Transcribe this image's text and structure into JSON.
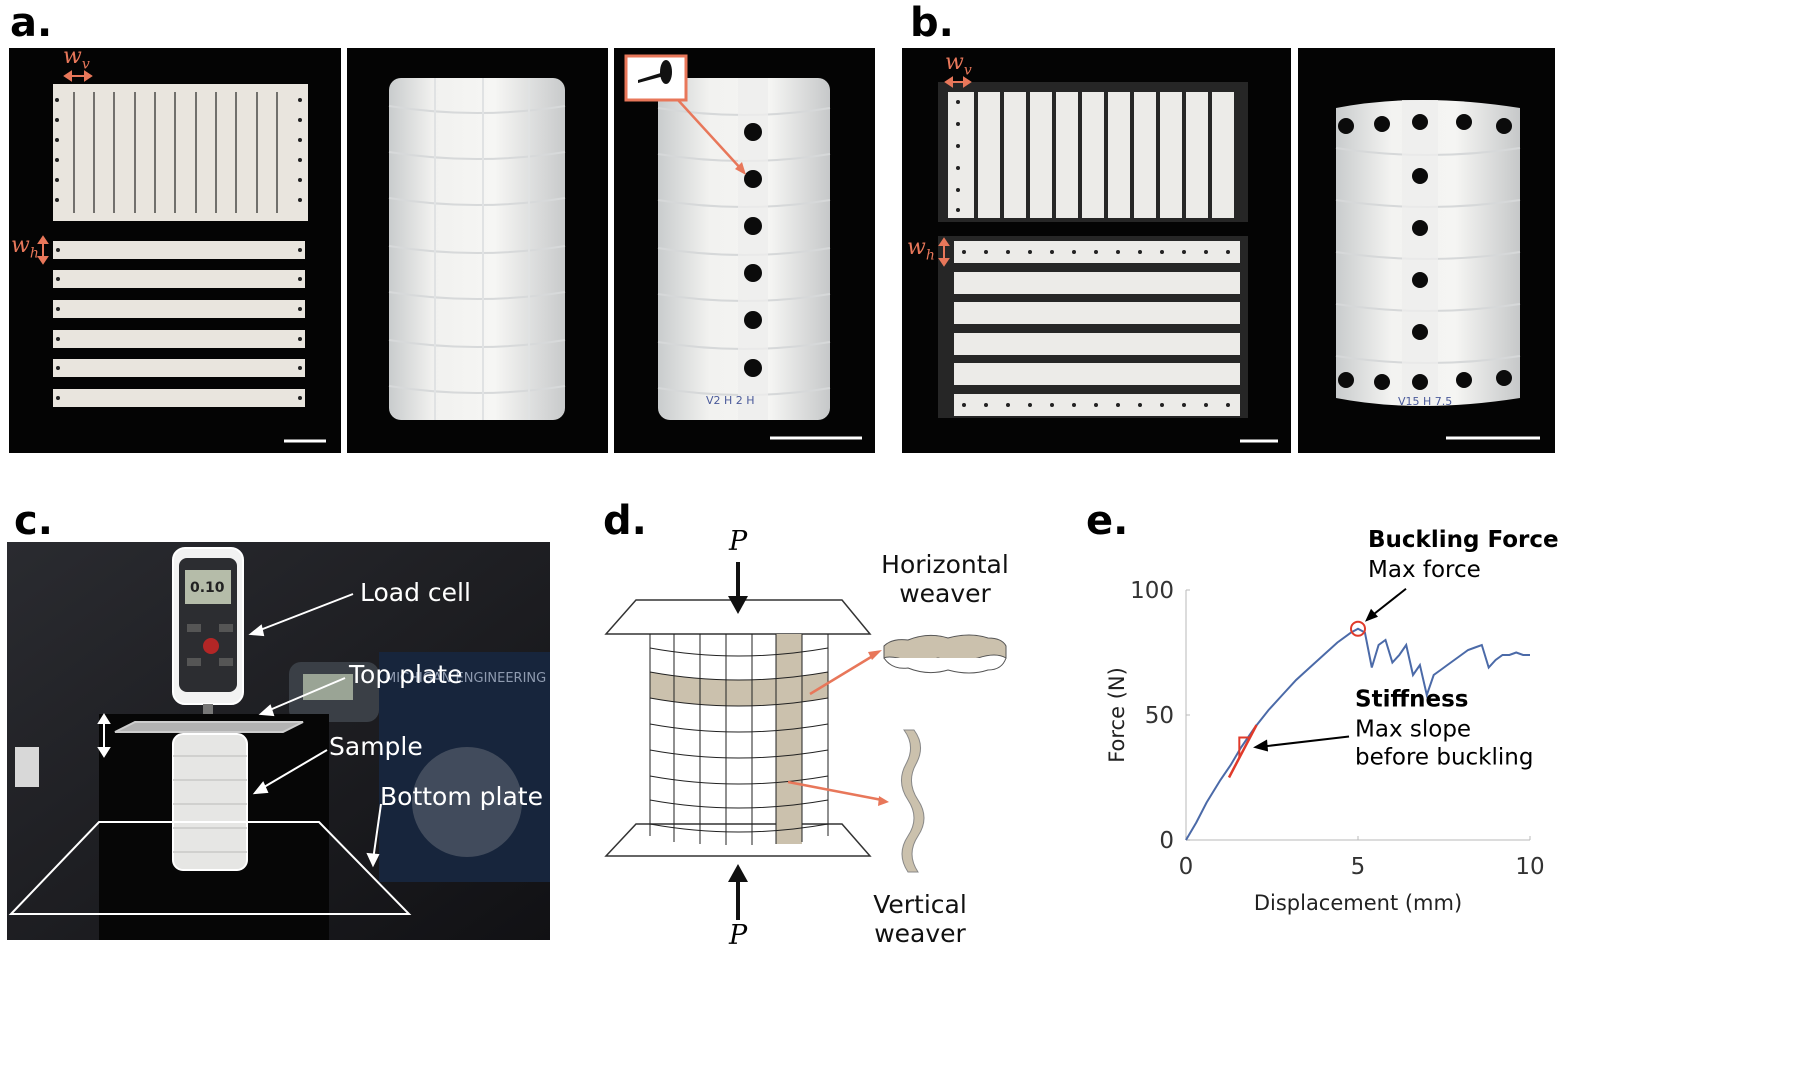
{
  "panels": {
    "a": "a.",
    "b": "b.",
    "c": "c.",
    "d": "d.",
    "e": "e."
  },
  "annotations": {
    "wv_a": "w",
    "wv_a_sub": "v",
    "wh_a": "w",
    "wh_a_sub": "h",
    "wv_b": "w",
    "wv_b_sub": "v",
    "wh_b": "w",
    "wh_b_sub": "h",
    "sample_tag_a": "V2 H 2 H",
    "sample_tag_b": "V15 H 7.5",
    "gauge_readout": "0.10"
  },
  "panel_c": {
    "load_cell": "Load cell",
    "top_plate": "Top plate",
    "sample": "Sample",
    "bottom_plate": "Bottom plate",
    "background_sign": "MICHIGAN ENGINEERING"
  },
  "panel_d": {
    "load_top": "P",
    "load_bottom": "P",
    "horizontal_weaver": "Horizontal\nweaver",
    "vertical_weaver": "Vertical weaver"
  },
  "chart_data": {
    "type": "line",
    "xlabel": "Displacement (mm)",
    "ylabel": "Force (N)",
    "xlim": [
      0,
      10
    ],
    "ylim": [
      0,
      100
    ],
    "xticks": [
      "0",
      "5",
      "10"
    ],
    "yticks": [
      "0",
      "50",
      "100"
    ],
    "series": [
      {
        "x": [
          0,
          0.3,
          0.6,
          1.0,
          1.3,
          1.6,
          2.0,
          2.4,
          2.8,
          3.2,
          3.6,
          4.0,
          4.4,
          4.8,
          5.0,
          5.2,
          5.4,
          5.6,
          5.8,
          6.0,
          6.2,
          6.4,
          6.6,
          6.8,
          7.0,
          7.2,
          7.4,
          7.6,
          7.8,
          8.0,
          8.2,
          8.4,
          8.6,
          8.8,
          9.0,
          9.2,
          9.4,
          9.6,
          9.8,
          10.0
        ],
        "y": [
          0,
          7,
          15,
          24,
          30,
          37,
          45,
          52,
          58,
          64,
          69,
          74,
          79,
          83,
          84.5,
          83,
          69,
          78,
          80,
          71,
          74,
          78,
          66,
          70,
          58,
          66,
          68,
          70,
          72,
          74,
          76,
          77,
          78,
          69,
          72,
          74,
          74,
          75,
          74,
          74
        ]
      }
    ],
    "annotations": [
      {
        "title": "Buckling Force",
        "text": "Max force",
        "x": 5.0,
        "y": 84.5
      },
      {
        "title": "Stiffness",
        "text": "Max slope\nbefore buckling",
        "x": 1.6,
        "y": 39
      }
    ]
  }
}
